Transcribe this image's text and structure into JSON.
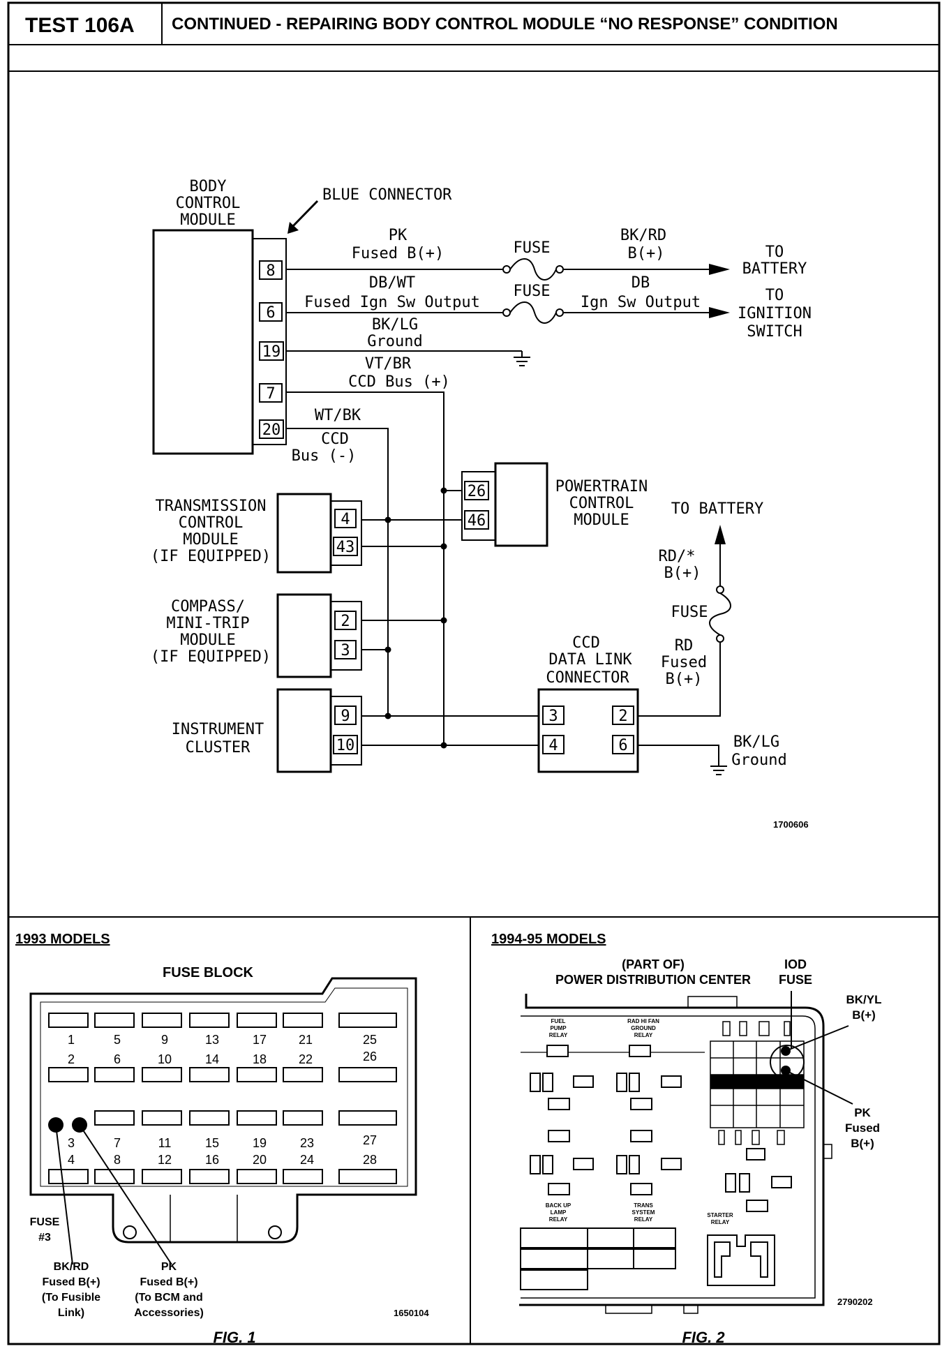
{
  "header": {
    "test_id": "TEST 106A",
    "title": "CONTINUED -  REPAIRING BODY CONTROL MODULE “NO RESPONSE” CONDITION"
  },
  "wiring": {
    "bcm_label": [
      "BODY",
      "CONTROL",
      "MODULE"
    ],
    "blue_connector": "BLUE CONNECTOR",
    "bcm_pins": [
      "8",
      "6",
      "19",
      "7",
      "20"
    ],
    "wire_pk": [
      "PK",
      "Fused B(+)"
    ],
    "wire_dbwt": [
      "DB/WT",
      "Fused Ign Sw Output"
    ],
    "wire_bklg": [
      "BK/LG",
      "Ground"
    ],
    "wire_vtbr": [
      "VT/BR",
      "CCD Bus (+)"
    ],
    "wire_wtbk": [
      "WT/BK",
      "CCD",
      "Bus (-)"
    ],
    "fuse1": "FUSE",
    "fuse2": "FUSE",
    "wire_bkrd": [
      "BK/RD",
      "B(+)"
    ],
    "wire_db": [
      "DB",
      "Ign Sw Output"
    ],
    "to_battery": [
      "TO",
      "BATTERY"
    ],
    "to_ignition": [
      "TO",
      "IGNITION",
      "SWITCH"
    ],
    "pcm_label": [
      "POWERTRAIN",
      "CONTROL",
      "MODULE"
    ],
    "pcm_pins": [
      "26",
      "46"
    ],
    "tcm_label": [
      "TRANSMISSION",
      "CONTROL",
      "MODULE",
      "(IF EQUIPPED)"
    ],
    "tcm_pins": [
      "4",
      "43"
    ],
    "compass_label": [
      "COMPASS/",
      "MINI-TRIP",
      "MODULE",
      "(IF EQUIPPED)"
    ],
    "compass_pins": [
      "2",
      "3"
    ],
    "cluster_label": [
      "INSTRUMENT",
      "CLUSTER"
    ],
    "cluster_pins": [
      "9",
      "10"
    ],
    "ccd_label": [
      "CCD",
      "DATA LINK",
      "CONNECTOR"
    ],
    "ccd_pins_left": [
      "3",
      "4"
    ],
    "ccd_pins_right": [
      "2",
      "6"
    ],
    "to_battery_2": "TO BATTERY",
    "wire_rd_star": [
      "RD/*",
      "B(+)"
    ],
    "fuse3": "FUSE",
    "wire_rd": [
      "RD",
      "Fused",
      "B(+)"
    ],
    "ground2": [
      "BK/LG",
      "Ground"
    ],
    "figure_number": "1700606"
  },
  "fig1": {
    "heading": "1993 MODELS",
    "title": "FUSE BLOCK",
    "top_row_numbers": [
      "1",
      "5",
      "9",
      "13",
      "17",
      "21",
      "25"
    ],
    "second_row_numbers": [
      "2",
      "6",
      "10",
      "14",
      "18",
      "22",
      "26"
    ],
    "third_row_numbers": [
      "3",
      "7",
      "11",
      "15",
      "19",
      "23",
      "27"
    ],
    "fourth_row_numbers": [
      "4",
      "8",
      "12",
      "16",
      "20",
      "24",
      "28"
    ],
    "fuse_label": [
      "FUSE",
      "#3"
    ],
    "bkrd_label": [
      "BK/RD",
      "Fused B(+)",
      "(To Fusible",
      "Link)"
    ],
    "pk_label": [
      "PK",
      "Fused B(+)",
      "(To BCM and",
      "Accessories)"
    ],
    "figure_number": "1650104",
    "caption": "FIG. 1"
  },
  "fig2": {
    "heading": "1994-95 MODELS",
    "title": [
      "(PART OF)",
      "POWER DISTRIBUTION CENTER"
    ],
    "iod_label": [
      "IOD",
      "FUSE"
    ],
    "bkyl_label": [
      "BK/YL",
      "B(+)"
    ],
    "pk_label": [
      "PK",
      "Fused",
      "B(+)"
    ],
    "relays": {
      "fuel_pump": [
        "FUEL",
        "PUMP",
        "RELAY"
      ],
      "rad_fan": [
        "RAD HI FAN",
        "GROUND",
        "RELAY"
      ],
      "back_up": [
        "BACK UP",
        "LAMP",
        "RELAY"
      ],
      "trans": [
        "TRANS",
        "SYSTEM",
        "RELAY"
      ],
      "starter": [
        "STARTER",
        "RELAY"
      ]
    },
    "figure_number": "2790202",
    "caption": "FIG. 2"
  }
}
